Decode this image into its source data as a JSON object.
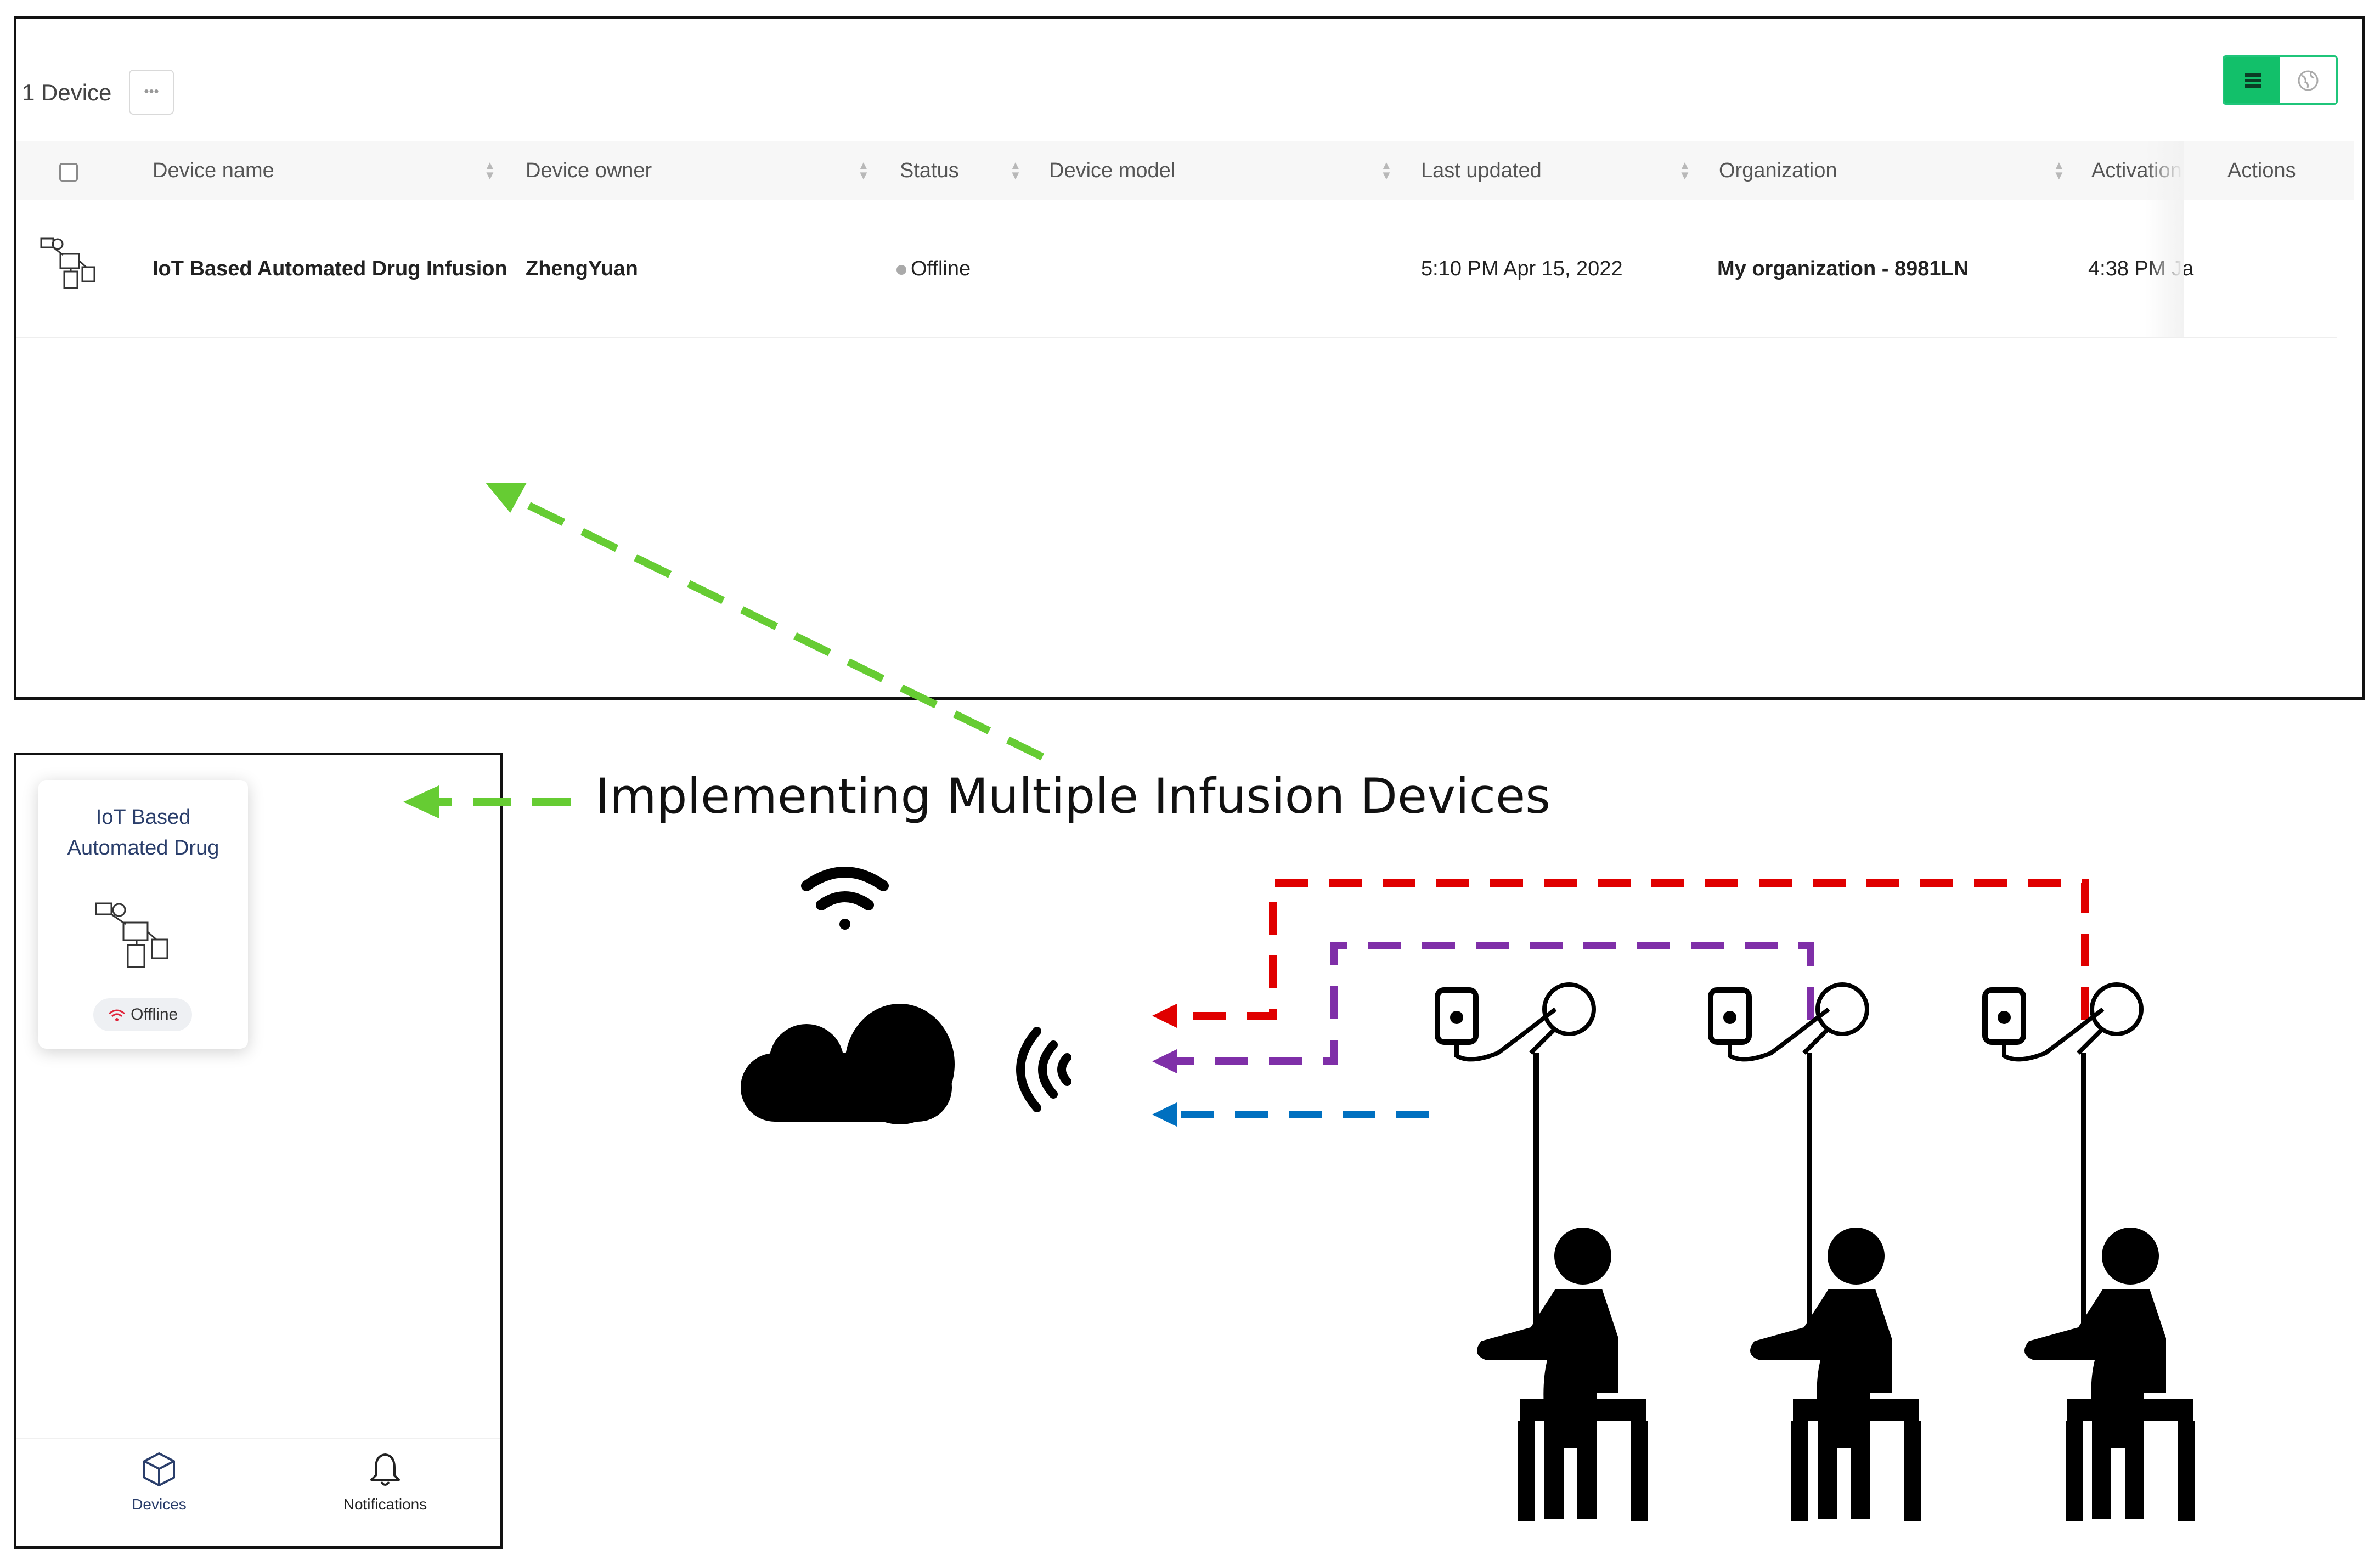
{
  "dashboard": {
    "device_count": "1 Device",
    "more_label": "•••",
    "list_view_icon": "list-icon",
    "globe_view_icon": "globe-icon",
    "columns": [
      "Device name",
      "Device owner",
      "Status",
      "Device model",
      "Last updated",
      "Organization",
      "Activation",
      "Actions"
    ],
    "row": {
      "device_name": "IoT Based Automated Drug Infusion",
      "device_owner": "ZhengYuan",
      "status": "Offline",
      "device_model": "",
      "last_updated": "5:10 PM Apr 15, 2022",
      "organization": "My organization - 8981LN",
      "activation": "4:38 PM Ja"
    }
  },
  "mobile": {
    "card_title": "IoT Based Automated Drug",
    "card_status": "Offline",
    "nav": [
      {
        "label": "Devices",
        "icon": "cube-icon"
      },
      {
        "label": "Notifications",
        "icon": "bell-icon"
      }
    ]
  },
  "caption": "Implementing Multiple Infusion Devices",
  "colors": {
    "accent_green": "#12c06a",
    "arrow_green": "#66cc33",
    "arrow_red": "#e00000",
    "arrow_purple": "#7f2fa8",
    "arrow_blue": "#0070c0",
    "offline_wifi": "#e0243a",
    "nav_active": "#2a3e6b"
  }
}
